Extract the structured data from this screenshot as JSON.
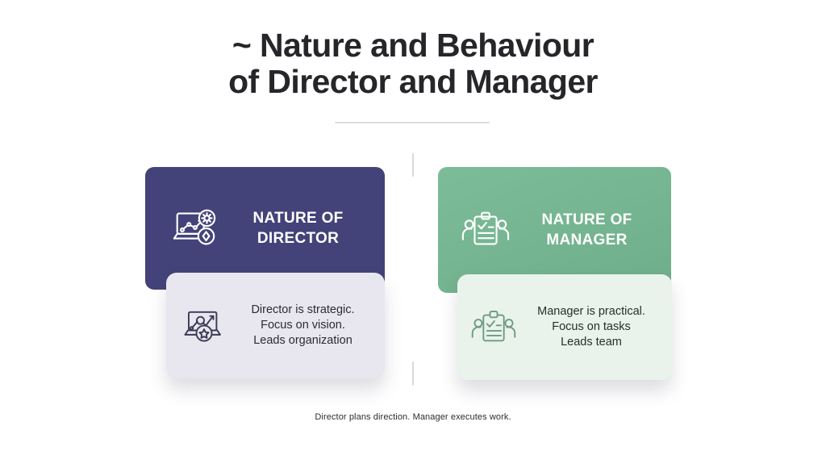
{
  "header": {
    "title_line_1": "~ Nature and Behaviour",
    "title_line_2": "of Director and Manager"
  },
  "colors": {
    "director_header_bg": "#434379",
    "director_body_bg": "#e8e7ef",
    "manager_header_bg": "#71b58f",
    "manager_body_bg": "#eaf2ec",
    "title_text": "#26262a",
    "divider": "#dcdcdc"
  },
  "columns": [
    {
      "id": "director",
      "header": {
        "icon": "laptop-chart-gear-icon",
        "label_line_1": "NATURE OF",
        "label_line_2": "DIRECTOR"
      },
      "body": {
        "icon": "laptop-chart-star-icon",
        "line_1": "Director is strategic.",
        "line_2": "Focus on vision.",
        "line_3": "Leads organization"
      }
    },
    {
      "id": "manager",
      "header": {
        "icon": "clipboard-checklist-team-icon",
        "label_line_1": "NATURE OF",
        "label_line_2": "MANAGER"
      },
      "body": {
        "icon": "clipboard-checklist-team-icon",
        "line_1": "Manager is practical.",
        "line_2": "Focus on tasks",
        "line_3": "Leads team"
      }
    }
  ],
  "footer": {
    "note": "Director plans direction. Manager executes work."
  }
}
